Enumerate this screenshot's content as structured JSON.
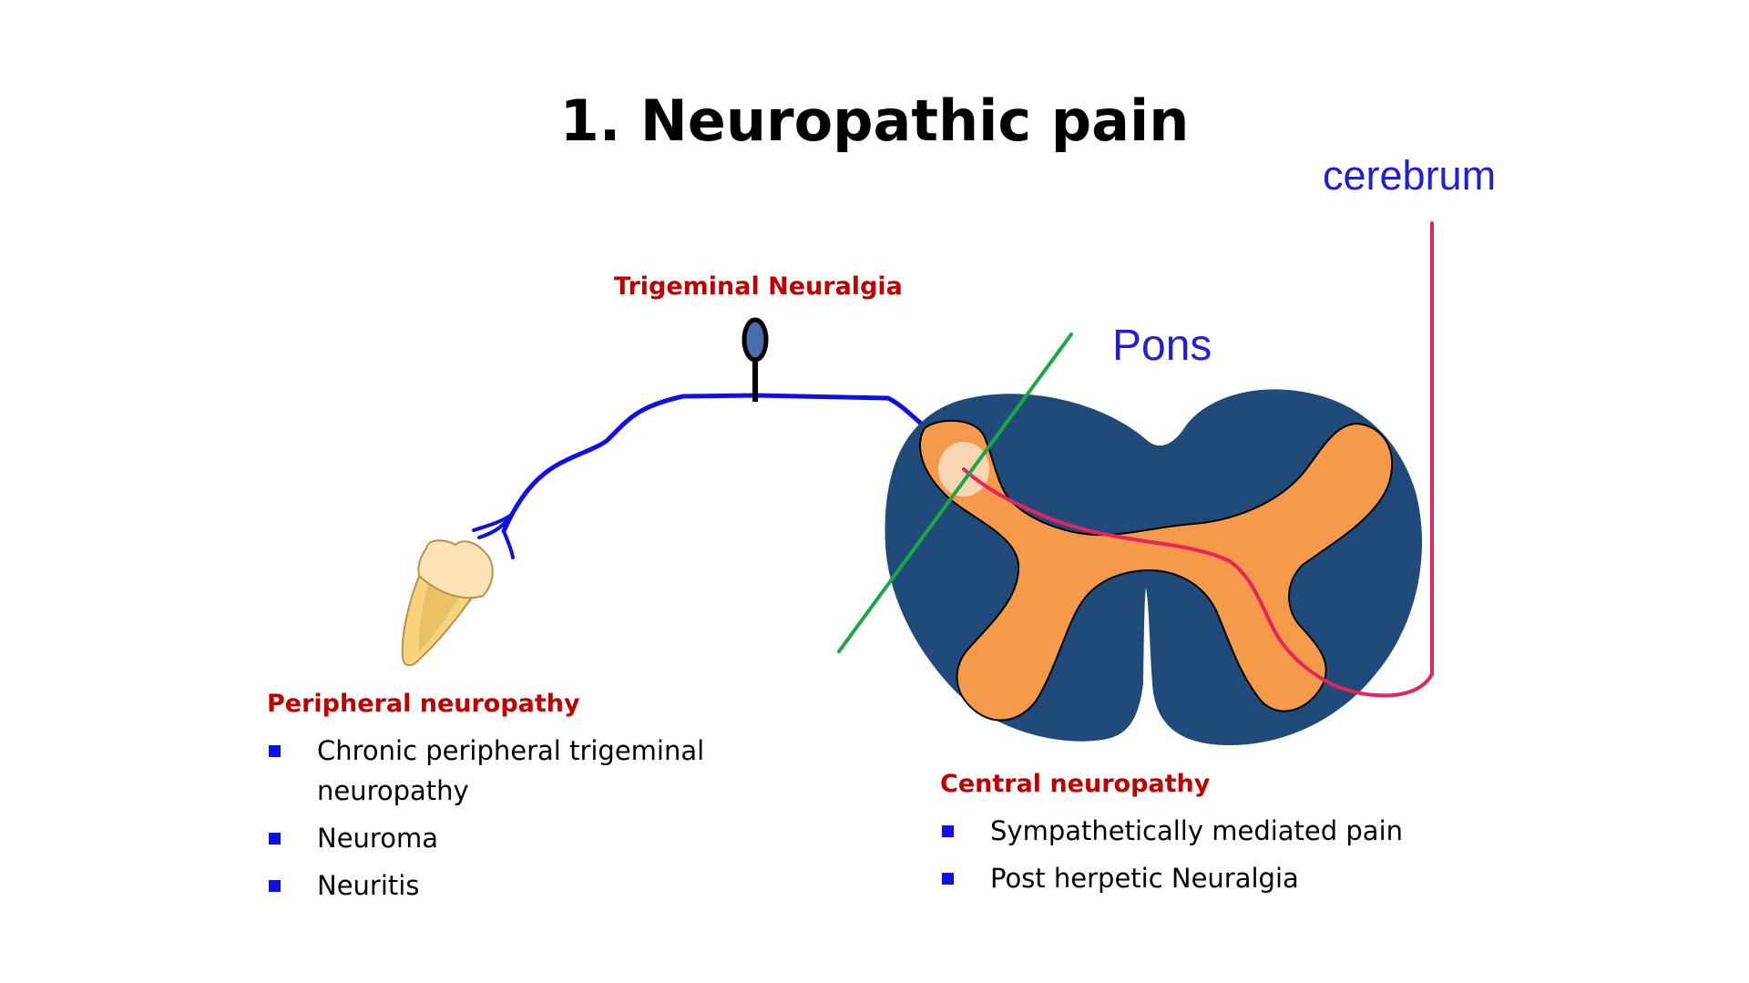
{
  "title": "1. Neuropathic pain",
  "labels": {
    "trigeminal_neuralgia": "Trigeminal Neuralgia",
    "pons": "Pons",
    "cerebrum": "cerebrum"
  },
  "peripheral": {
    "heading": "Peripheral neuropathy",
    "items": [
      "Chronic peripheral trigeminal neuropathy",
      "Neuroma",
      "Neuritis"
    ]
  },
  "central": {
    "heading": "Central neuropathy",
    "items": [
      "Sympathetically mediated pain",
      "Post herpetic Neuralgia"
    ]
  },
  "colors": {
    "heading_red": "#c00000",
    "nerve_blue": "#1010e0",
    "pons_navy": "#1f4a7a",
    "gray_matter_orange": "#f5994a",
    "pathway_pink": "#e8245a",
    "section_line_green": "#1aa845",
    "bullet_blue": "#1010e0"
  }
}
